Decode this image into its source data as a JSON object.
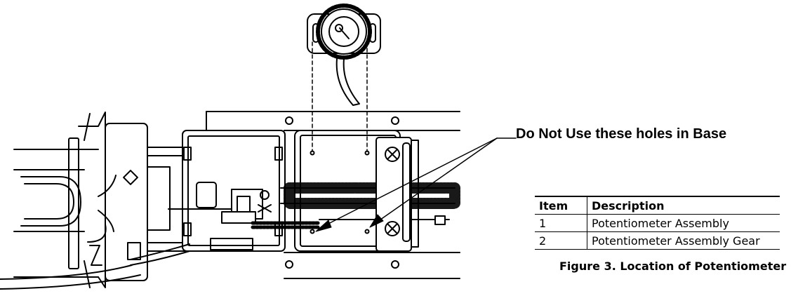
{
  "callout": {
    "text": "Do Not Use these holes in Base"
  },
  "table": {
    "headers": [
      "Item",
      "Description"
    ],
    "rows": [
      [
        "1",
        "Potentiometer Assembly"
      ],
      [
        "2",
        "Potentiometer Assembly Gear"
      ]
    ]
  },
  "caption": "Figure 3. Location of Potentiometer"
}
